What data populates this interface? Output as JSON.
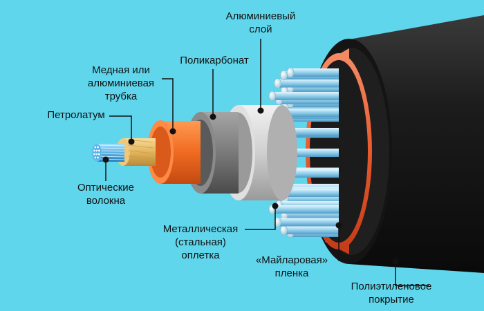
{
  "labels": {
    "aluminum_layer": [
      "Алюминиевый",
      "слой"
    ],
    "polycarbonate": [
      "Поликарбонат"
    ],
    "copper_tube": [
      "Медная или",
      "алюминиевая",
      "трубка"
    ],
    "petrolatum": [
      "Петролатум"
    ],
    "optical_fibers": [
      "Оптические",
      "волокна"
    ],
    "steel_braid": [
      "Металлическая",
      "(стальная)",
      "оплетка"
    ],
    "mylar_film": [
      "«Майларовая»",
      "пленка"
    ],
    "polyethylene": [
      "Полиэтиленовое",
      "покрытие"
    ]
  },
  "colors": {
    "background": "#5fd6ec",
    "jacket": "#1b1b1b",
    "mylar": "#f06a3c",
    "wires": "#8fd0ea",
    "aluminum": "#d4d4d4",
    "polycarbonate": "#7b7b7b",
    "copper": "#f07030",
    "petrolatum": "#e8c070",
    "fibers": "#3aa7e0",
    "leader": "#111111"
  }
}
